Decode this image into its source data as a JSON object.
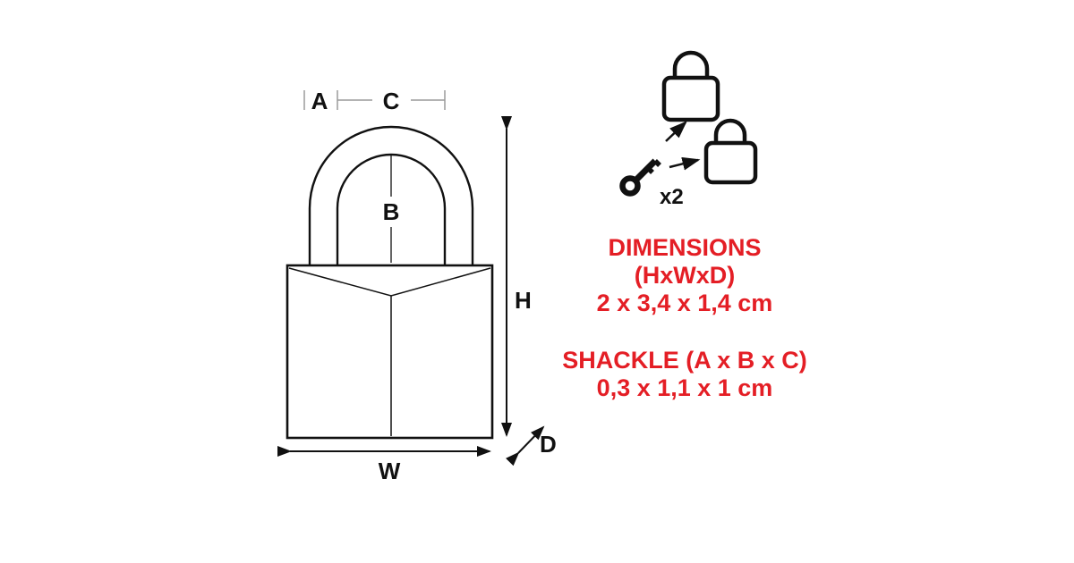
{
  "page": {
    "background": "#ffffff",
    "description_icons": [
      {
        "name": "padlock-outline-large",
        "shape": "line-drawn padlock with shackle"
      },
      {
        "name": "padlock-icon-small-1",
        "shape": "small outlined padlock"
      },
      {
        "name": "padlock-icon-small-2",
        "shape": "small outlined padlock"
      },
      {
        "name": "key-icon",
        "shape": "solid black key"
      }
    ]
  },
  "diagram": {
    "dimension_labels": {
      "a": "A",
      "b": "B",
      "c": "C",
      "h": "H",
      "w": "W",
      "d": "D"
    }
  },
  "keys": {
    "count_label": "x2"
  },
  "specs": {
    "dimensions_title": "DIMENSIONS",
    "dimensions_sub": "(HxWxD)",
    "dimensions_value": "2 x 3,4 x 1,4 cm",
    "shackle_title": "SHACKLE (A x B x C)",
    "shackle_value": "0,3 x 1,1 x 1 cm"
  },
  "colors": {
    "accent_red": "#e41e25",
    "line_black": "#111111"
  }
}
